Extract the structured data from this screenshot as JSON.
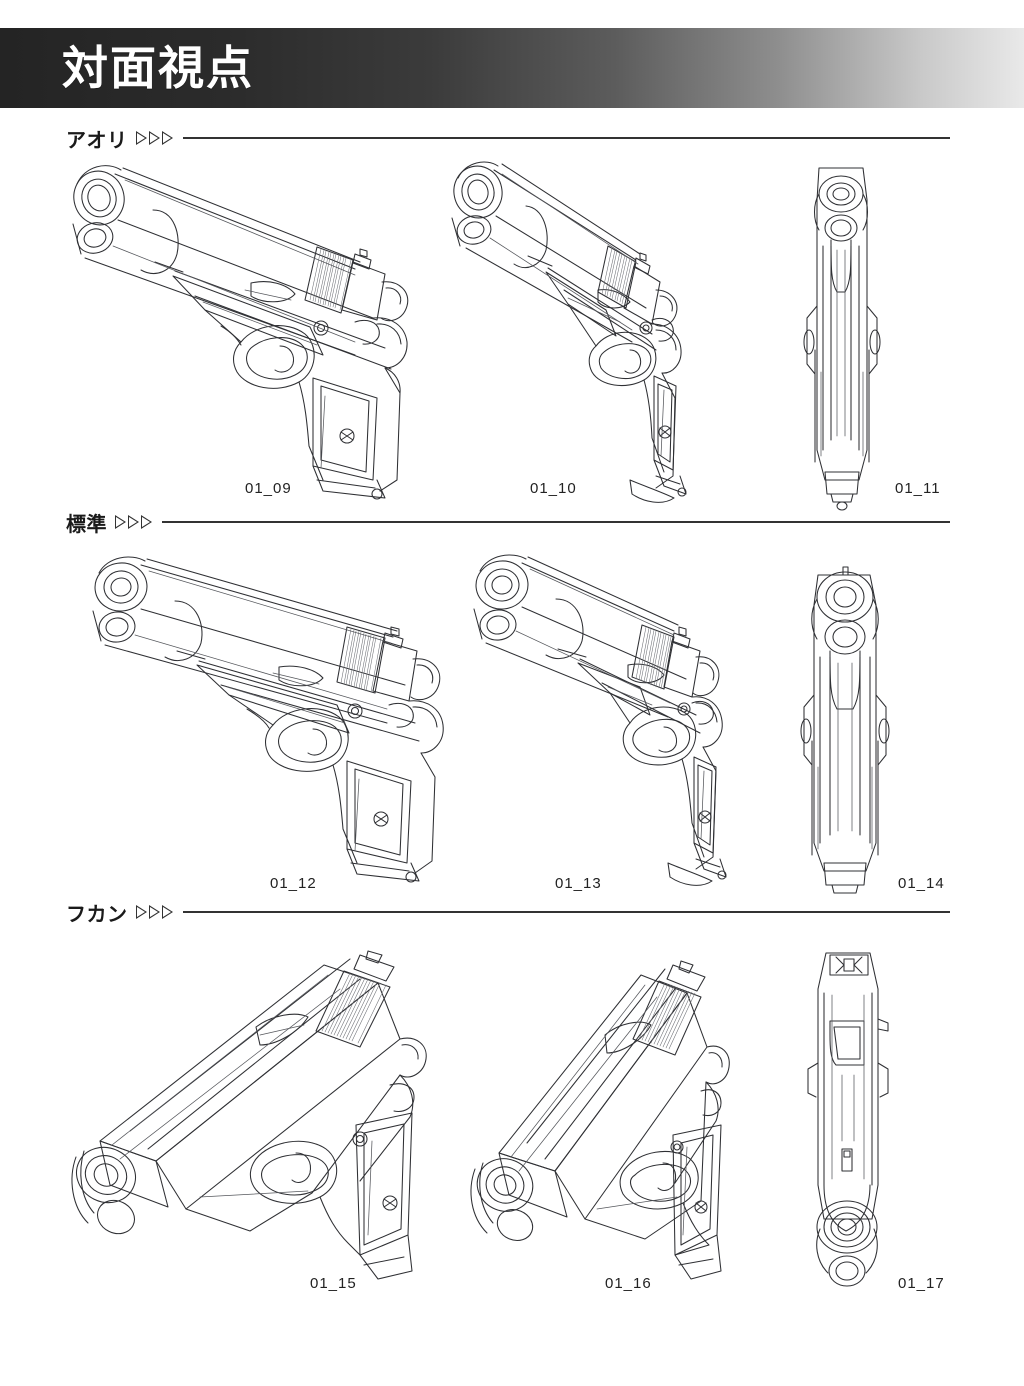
{
  "page": {
    "title": "対面視点",
    "background": "#ffffff",
    "banner_dark": "#242424",
    "banner_light": "#e9e9e9",
    "ink_color": "#2f3034"
  },
  "sections": [
    {
      "label": "アオリ",
      "marker": "triple-triangle-right",
      "figures": [
        {
          "caption": "01_09",
          "view": "low-angle three-quarter, muzzle toward viewer"
        },
        {
          "caption": "01_10",
          "view": "low-angle near-frontal three-quarter"
        },
        {
          "caption": "01_11",
          "view": "low-angle straight frontal"
        }
      ]
    },
    {
      "label": "標準",
      "marker": "triple-triangle-right",
      "figures": [
        {
          "caption": "01_12",
          "view": "eye-level three-quarter, muzzle toward viewer"
        },
        {
          "caption": "01_13",
          "view": "eye-level near-frontal three-quarter"
        },
        {
          "caption": "01_14",
          "view": "eye-level straight frontal"
        }
      ]
    },
    {
      "label": "フカン",
      "marker": "triple-triangle-right",
      "figures": [
        {
          "caption": "01_15",
          "view": "high-angle three-quarter, slide top visible"
        },
        {
          "caption": "01_16",
          "view": "high-angle near-frontal three-quarter"
        },
        {
          "caption": "01_17",
          "view": "high-angle top-down frontal"
        }
      ]
    }
  ]
}
